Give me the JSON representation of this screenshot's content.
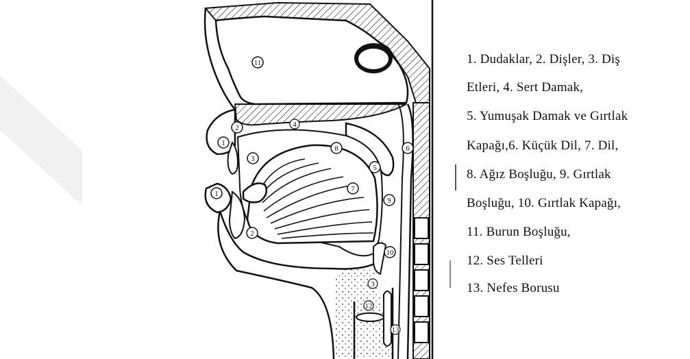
{
  "legend": {
    "lines": [
      "1. Dudaklar, 2. Dişler, 3. Diş",
      "Etleri, 4. Sert Damak,",
      "5. Yumuşak Damak ve Gırtlak",
      "Kapağı,6. Küçük Dil, 7. Dil,",
      "8. Ağız Boşluğu, 9. Gırtlak",
      "Boşluğu, 10. Gırtlak Kapağı,",
      " 11. Burun Boşluğu,",
      "12. Ses Telleri",
      "13. Nefes Borusu"
    ]
  },
  "diagram": {
    "markers": [
      "11",
      "1",
      "2",
      "4",
      "3",
      "8",
      "5",
      "6",
      "1",
      "2",
      "7",
      "9",
      "10",
      "3",
      "12",
      "13"
    ]
  },
  "colors": {
    "ink": "#111111",
    "watermark": "#f2f2f2"
  }
}
